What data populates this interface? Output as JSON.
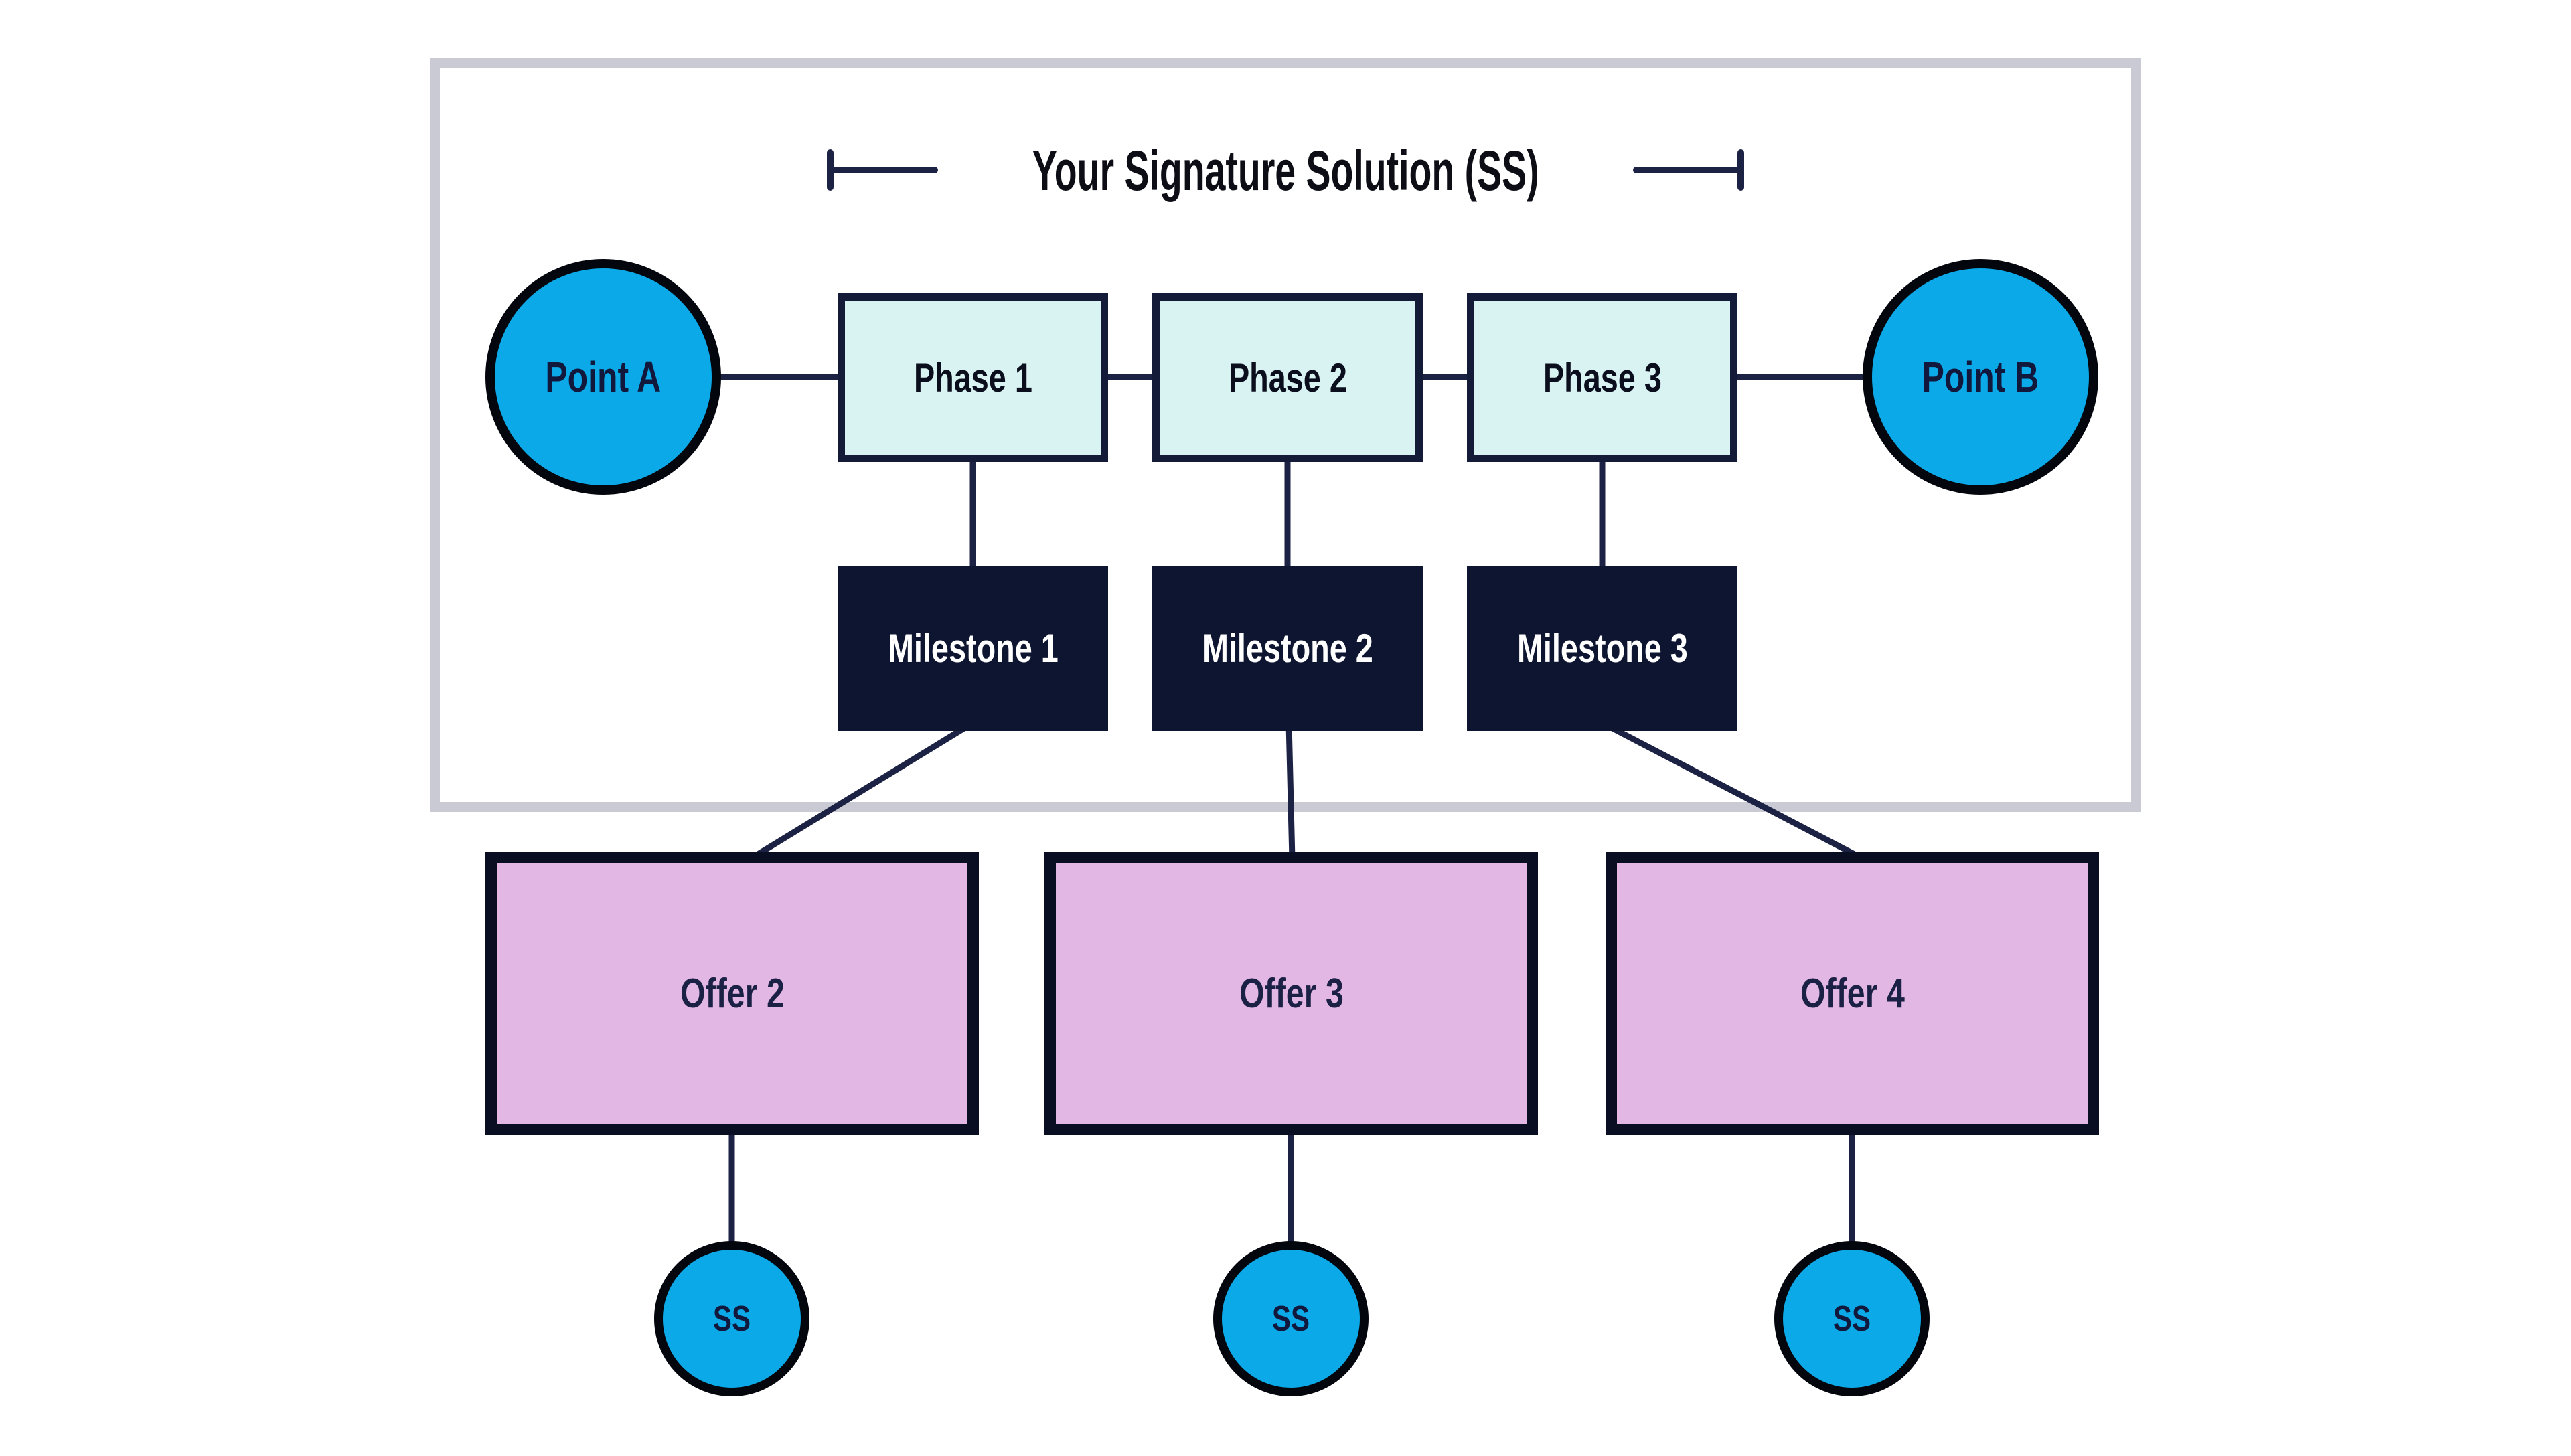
{
  "diagram": {
    "title": "Your Signature Solution (SS)",
    "start_point": "Point A",
    "end_point": "Point B",
    "phases": [
      "Phase 1",
      "Phase 2",
      "Phase 3"
    ],
    "milestones": [
      "Milestone 1",
      "Milestone 2",
      "Milestone 3"
    ],
    "offers": [
      "Offer 2",
      "Offer 3",
      "Offer 4"
    ],
    "ss_badges": [
      "SS",
      "SS",
      "SS"
    ],
    "colors": {
      "background": "#ffffff",
      "frame_border": "#c9cad3",
      "connector_navy": "#1c2244",
      "circle_blue": "#0ba9e8",
      "circle_border_black": "#04060e",
      "phase_fill_light_cyan": "#d9f3f3",
      "phase_border_navy": "#141b38",
      "milestone_fill_dark_navy": "#0e1531",
      "milestone_text": "#ffffff",
      "offer_fill_pink": "#e3b7e4",
      "offer_border_dark": "#0a0e22",
      "label_navy": "#12183c",
      "title_text": "#0c0d15"
    }
  }
}
